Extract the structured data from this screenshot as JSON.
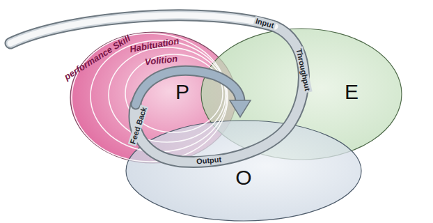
{
  "diagram": {
    "nodes": [
      {
        "text": [
          "P"
        ]
      },
      {
        "text": [
          "E"
        ]
      },
      {
        "text": [
          "O"
        ]
      }
    ],
    "labels": [
      "performance Skill",
      "Habituation",
      "Volition",
      "Input",
      "Throughput",
      "Output",
      "Feed Back"
    ]
  }
}
